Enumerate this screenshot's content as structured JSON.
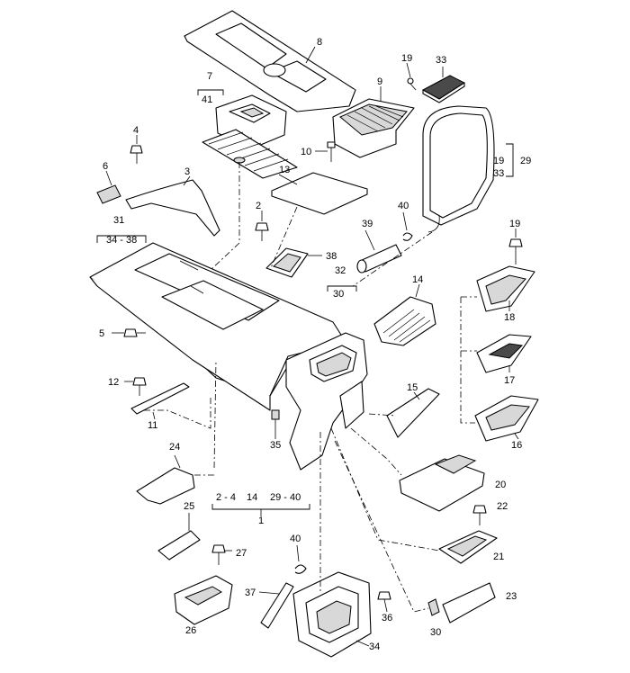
{
  "callouts": {
    "c1": "1",
    "c2": "2",
    "c3": "3",
    "c4": "4",
    "c5": "5",
    "c6": "6",
    "c7": "7",
    "c8": "8",
    "c9": "9",
    "c10": "10",
    "c11": "11",
    "c12": "12",
    "c13": "13",
    "c14": "14",
    "c15": "15",
    "c16": "16",
    "c17": "17",
    "c18": "18",
    "c19a": "19",
    "c19b": "19",
    "c19c": "19",
    "c20": "20",
    "c21": "21",
    "c22": "22",
    "c23": "23",
    "c24": "24",
    "c25": "25",
    "c26": "26",
    "c27": "27",
    "c29": "29",
    "c30a": "30",
    "c30b": "30",
    "c31": "31",
    "c32": "32",
    "c33a": "33",
    "c33b": "33",
    "c34": "34",
    "c35": "35",
    "c36": "36",
    "c37": "37",
    "c38": "38",
    "c39": "39",
    "c40a": "40",
    "c40b": "40",
    "c41": "41",
    "g1a": "34 - 38",
    "g1b": "2 - 4",
    "g1c": "14",
    "g1d": "29 - 40"
  }
}
